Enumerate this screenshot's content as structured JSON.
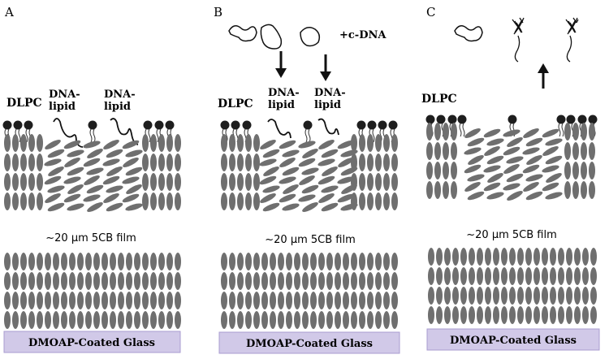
{
  "colors": {
    "lc_molecule": "#6f6f6f",
    "lipid_head": "#1e1e1e",
    "glass": "#d1c9e8",
    "glass_border": "#a99cd0",
    "ink": "#111111"
  },
  "panels": [
    {
      "letter": "A",
      "dlpc_label": "DLPC",
      "dna_label_1_line1": "DNA-",
      "dna_label_1_line2": "lipid",
      "dna_label_2_line1": "DNA-",
      "dna_label_2_line2": "lipid",
      "film_label": "~20 μm 5CB film",
      "glass_label": "DMOAP-Coated Glass"
    },
    {
      "letter": "B",
      "dlpc_label": "DLPC",
      "dna_label_1_line1": "DNA-",
      "dna_label_1_line2": "lipid",
      "dna_label_2_line1": "DNA-",
      "dna_label_2_line2": "lipid",
      "cdna_label": "+c-DNA",
      "film_label": "~20 μm 5CB film",
      "glass_label": "DMOAP-Coated Glass"
    },
    {
      "letter": "C",
      "dlpc_label": "DLPC",
      "film_label": "~20 μm 5CB film",
      "glass_label": "DMOAP-Coated Glass"
    }
  ]
}
